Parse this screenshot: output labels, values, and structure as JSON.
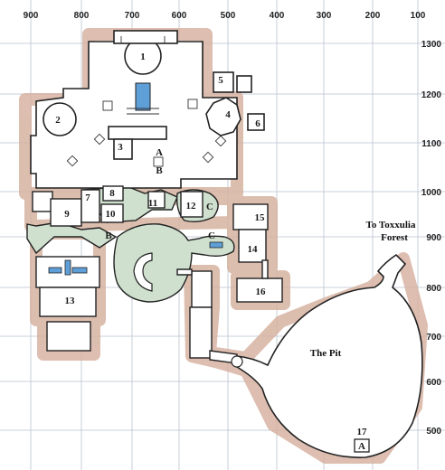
{
  "map": {
    "x_axis_labels": [
      "900",
      "800",
      "700",
      "600",
      "500",
      "400",
      "300",
      "200",
      "100"
    ],
    "y_axis_labels": [
      "1300",
      "1200",
      "1100",
      "1000",
      "900",
      "800",
      "700",
      "600",
      "500"
    ],
    "rooms": [
      "1",
      "2",
      "3",
      "4",
      "5",
      "6",
      "7",
      "8",
      "9",
      "10",
      "11",
      "12",
      "13",
      "14",
      "15",
      "16",
      "17"
    ],
    "markers": {
      "a_upper": "A",
      "b_upper": "B",
      "b_lower": "B",
      "c_right": "C",
      "c_left": "C",
      "a_pit": "A"
    },
    "places": {
      "pit": "The Pit",
      "forest_line1": "To Toxxulia",
      "forest_line2": "Forest"
    },
    "colors": {
      "wall_halo": "#c9a08c",
      "floor": "#ffffff",
      "cave_floor": "#cfe0cf",
      "water": "#5f9fd8",
      "grid": "#b9c3cf",
      "wall": "#222222"
    }
  }
}
